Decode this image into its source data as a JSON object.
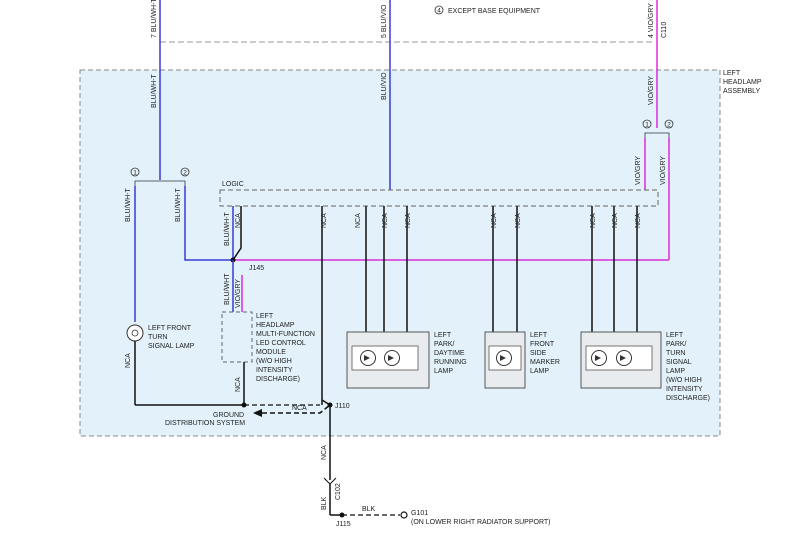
{
  "legend_note": {
    "number": "4",
    "text": "EXCEPT BASE EQUIPMENT"
  },
  "assembly_label": [
    "LEFT",
    "HEADLAMP",
    "ASSEMBLY"
  ],
  "top_wires": [
    {
      "pin": "7",
      "color": "BLU/WH-T"
    },
    {
      "pin": "5",
      "color": "BLU/VIO"
    },
    {
      "pin": "4",
      "color": "VIO/GRY",
      "connector": "C110"
    }
  ],
  "wire_colors": {
    "blu_wht": "BLU/WH-T",
    "blu_wht_alt": "BLU/WHT",
    "blu_vio": "BLU/VIO",
    "vio_gry": "VIO/GRY",
    "nca": "NCA",
    "blk": "BLK"
  },
  "callouts": [
    "1",
    "2"
  ],
  "logic_label": "LOGIC",
  "splices": {
    "j145": "J145",
    "j110": "J110",
    "j115": "J115"
  },
  "components": {
    "turn_lamp": [
      "LEFT FRONT",
      "TURN",
      "SIGNAL LAMP"
    ],
    "led_module": [
      "LEFT",
      "HEADLAMP",
      "MULTI-FUNCTION",
      "LED CONTROL",
      "MODULE",
      "(W/O HIGH",
      "INTENSITY",
      "DISCHARGE)"
    ],
    "park_drl": [
      "LEFT",
      "PARK/",
      "DAYTIME",
      "RUNNING",
      "LAMP"
    ],
    "side_marker": [
      "LEFT",
      "FRONT",
      "SIDE",
      "MARKER",
      "LAMP"
    ],
    "park_turn": [
      "LEFT",
      "PARK/",
      "TURN",
      "SIGNAL",
      "LAMP",
      "(W/O HIGH",
      "INTENSITY",
      "DISCHARGE)"
    ]
  },
  "ground_system": [
    "GROUND",
    "DISTRIBUTION SYSTEM"
  ],
  "ground_connector": "C102",
  "ground_point": {
    "id": "G101",
    "location": "(ON LOWER RIGHT RADIATOR SUPPORT)"
  },
  "colors": {
    "blue_wire": "#3a3ad8",
    "violet_wire": "#d82ed8",
    "black_wire": "#111111",
    "assembly_fill": "#e3f2fa",
    "dash": "#888888"
  }
}
